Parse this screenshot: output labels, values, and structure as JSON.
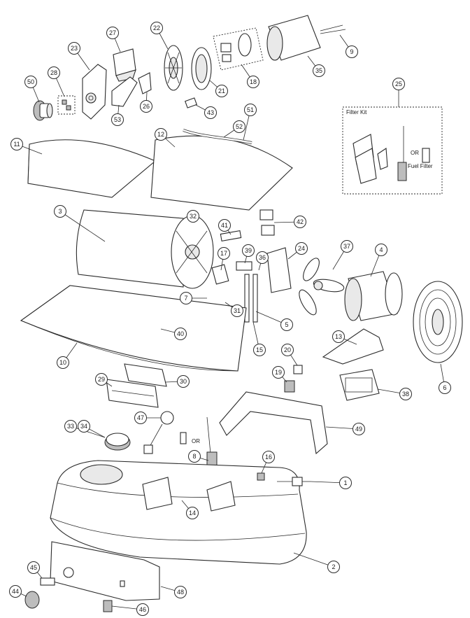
{
  "diagram": {
    "callouts": [
      "1",
      "2",
      "3",
      "4",
      "5",
      "6",
      "7",
      "8",
      "9",
      "10",
      "11",
      "12",
      "13",
      "14",
      "15",
      "16",
      "17",
      "18",
      "19",
      "20",
      "21",
      "22",
      "23",
      "24",
      "25",
      "26",
      "27",
      "28",
      "29",
      "30",
      "31",
      "32",
      "33",
      "34",
      "35",
      "36",
      "37",
      "38",
      "39",
      "40",
      "41",
      "42",
      "43",
      "44",
      "45",
      "46",
      "47",
      "48",
      "49",
      "50",
      "51",
      "52",
      "53"
    ],
    "inline_labels": {
      "or_upper": "OR",
      "or_lower": "OR"
    },
    "filter_kit": {
      "title": "Filter Kit",
      "fuel_filter": "Fuel Filter",
      "or": "OR"
    }
  }
}
